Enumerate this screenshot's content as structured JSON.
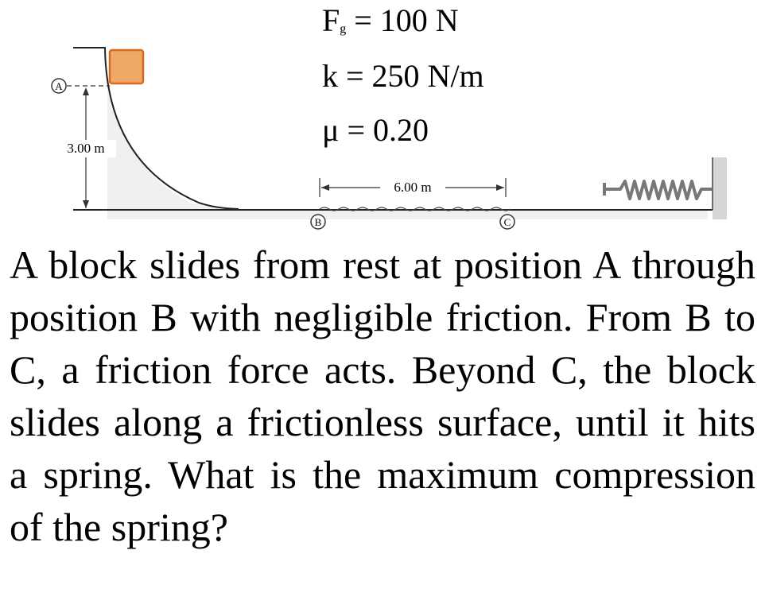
{
  "given": {
    "fg_symbol": "F",
    "fg_sub": "g",
    "fg_rest": " = 100 N",
    "k": "k = 250 N/m",
    "mu": "μ = 0.20"
  },
  "figure": {
    "label_a": "A",
    "label_b": "B",
    "label_c": "C",
    "height_label": "3.00 m",
    "distance_label": "6.00 m"
  },
  "colors": {
    "block_fill": "#f0a868",
    "block_stroke": "#d86a1a",
    "surface": "#222222",
    "ground_shade": "#d8d8d8",
    "spring": "#777777"
  },
  "problem": {
    "text": "A block slides from rest at position A through position B with negligible friction. From B to C, a friction force acts. Beyond C, the block slides along a frictionless surface, until it hits a spring. What is the maximum compression of the spring?"
  }
}
